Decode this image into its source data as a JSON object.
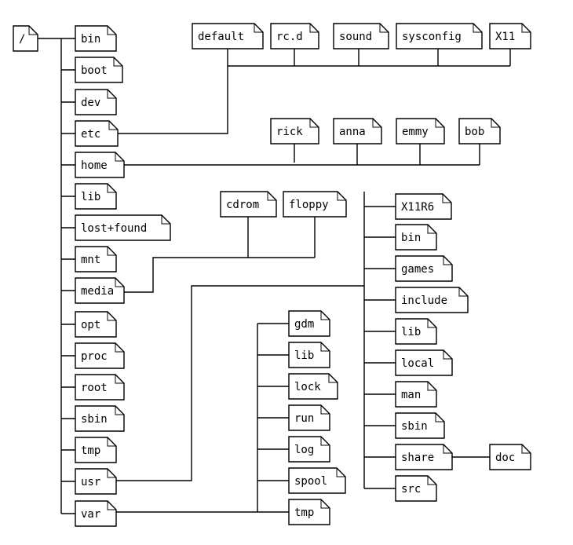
{
  "root": "/",
  "top_level": [
    "bin",
    "boot",
    "dev",
    "etc",
    "home",
    "lib",
    "lost+found",
    "mnt",
    "media",
    "opt",
    "proc",
    "root",
    "sbin",
    "tmp",
    "usr",
    "var"
  ],
  "etc": [
    "default",
    "rc.d",
    "sound",
    "sysconfig",
    "X11"
  ],
  "home": [
    "rick",
    "anna",
    "emmy",
    "bob"
  ],
  "media": [
    "cdrom",
    "floppy"
  ],
  "usr": [
    "X11R6",
    "bin",
    "games",
    "include",
    "lib",
    "local",
    "man",
    "sbin",
    "share",
    "src"
  ],
  "share": [
    "doc"
  ],
  "var": [
    "gdm",
    "lib",
    "lock",
    "run",
    "log",
    "spool",
    "tmp"
  ]
}
